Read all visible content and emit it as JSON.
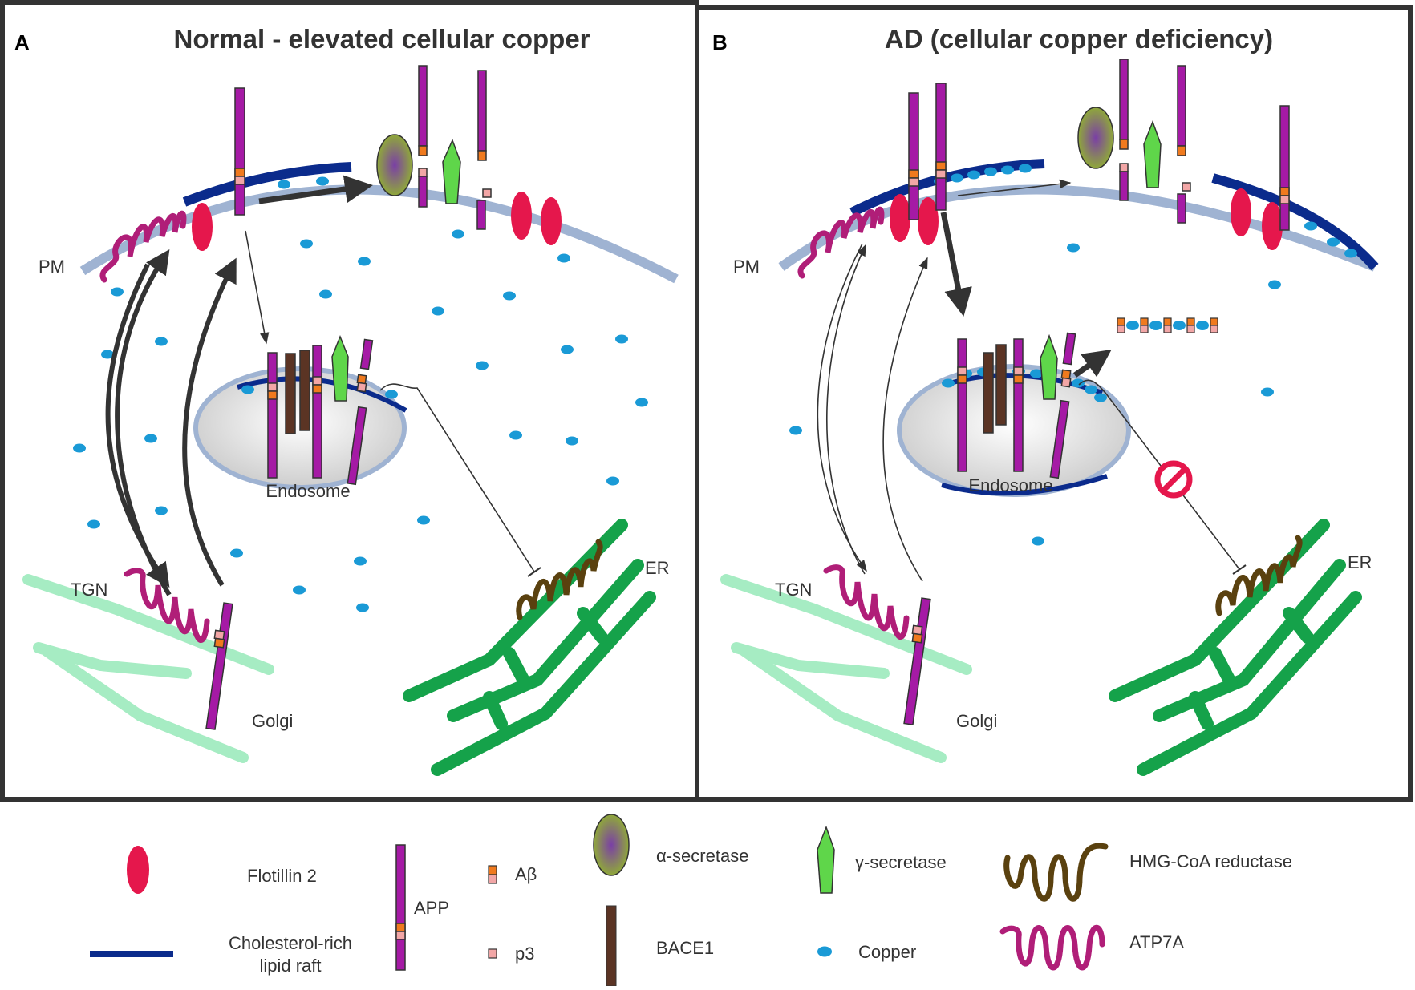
{
  "panels": {
    "a": {
      "letter": "A",
      "title": "Normal - elevated cellular copper",
      "labels": {
        "pm": "PM",
        "tgn": "TGN",
        "golgi": "Golgi",
        "er": "ER",
        "endosome": "Endosome"
      }
    },
    "b": {
      "letter": "B",
      "title": "AD (cellular copper deficiency)",
      "labels": {
        "pm": "PM",
        "tgn": "TGN",
        "golgi": "Golgi",
        "er": "ER",
        "endosome": "Endosome"
      }
    }
  },
  "legend": {
    "flotillin": "Flotillin 2",
    "raft_line1": "Cholesterol-rich",
    "raft_line2": "lipid raft",
    "app": "APP",
    "abeta": "Aβ",
    "p3": "p3",
    "alpha": "α-secretase",
    "bace1": "BACE1",
    "gamma": "γ-secretase",
    "copper": "Copper",
    "hmg": "HMG-CoA reductase",
    "atp7a": "ATP7A"
  },
  "colors": {
    "app": "#a51aa5",
    "abeta": "#f07a1e",
    "p3": "#f2a6a6",
    "flotillin": "#e5174c",
    "raft": "#0b2b8c",
    "membrane": "#9fb3d2",
    "copper": "#1a9ad6",
    "atp7a": "#b01e78",
    "hmg": "#5a410f",
    "bace1": "#5b3424",
    "gamma": "#5fd64a",
    "er": "#15a24a",
    "golgi": "#a6ecc3"
  },
  "icons": [
    "flotillin-icon",
    "raft-line-icon",
    "app-icon",
    "abeta-icon",
    "p3-icon",
    "alpha-secretase-icon",
    "bace1-icon",
    "gamma-secretase-icon",
    "copper-icon",
    "hmg-coa-reductase-icon",
    "atp7a-icon",
    "inhibition-sign-icon"
  ]
}
